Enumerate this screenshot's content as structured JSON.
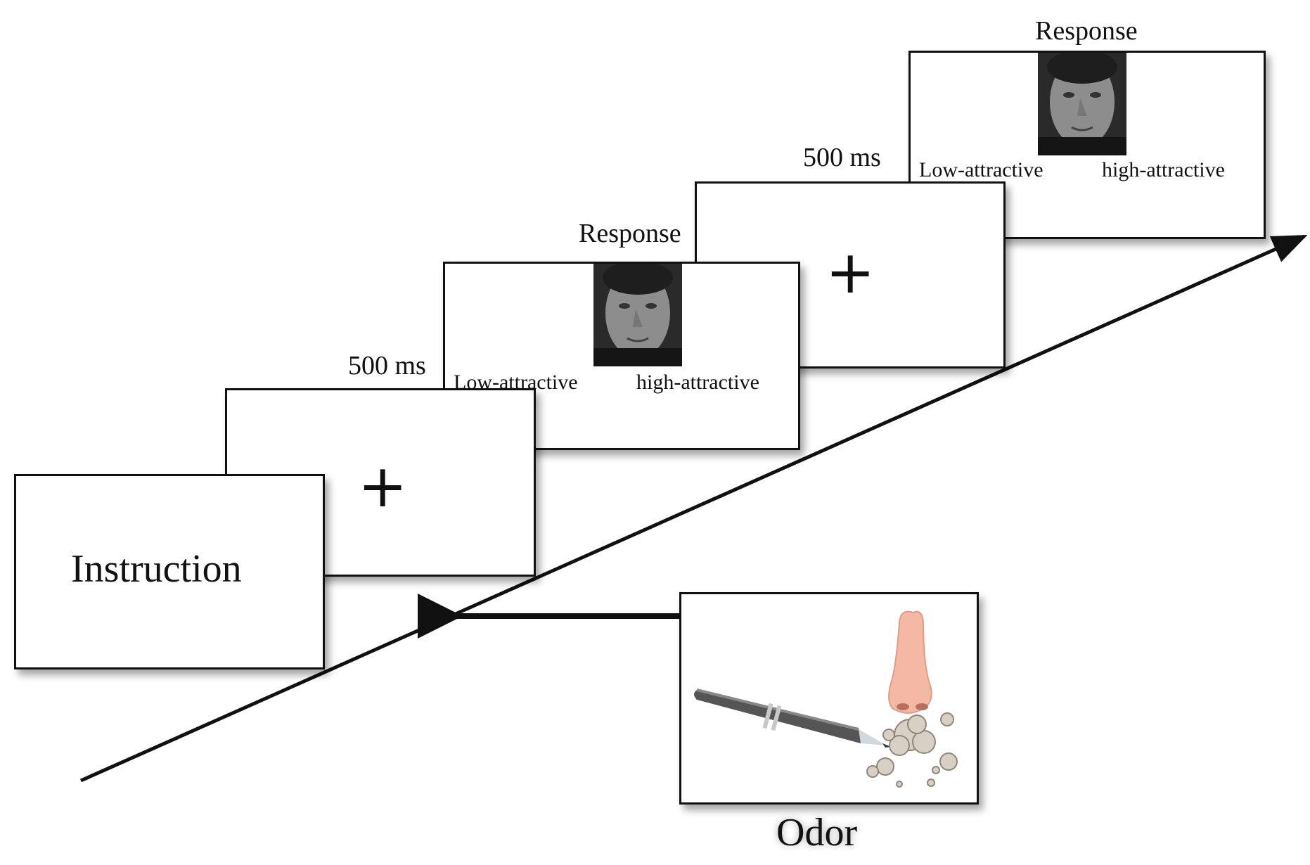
{
  "diagram": {
    "instruction": "Instruction",
    "fixation_symbol": "+",
    "interval_1": "500 ms",
    "interval_2": "500 ms",
    "response_title_1": "Response",
    "response_title_2": "Response",
    "scale_low_1": "Low-attractive",
    "scale_high_1": "high-attractive",
    "scale_low_2": "Low-attractive",
    "scale_high_2": "high-attractive",
    "odor_label": "Odor"
  },
  "icons": {
    "face": "face-photo-icon",
    "pen": "pen-icon",
    "nose": "nose-icon",
    "smell": "smell-puff-icon",
    "time_arrow": "time-axis-arrow",
    "odor_arrow": "odor-arrow"
  },
  "colors": {
    "nose": "#f4b9a4",
    "pen": "#555555",
    "puff": "#d8d0c4"
  }
}
